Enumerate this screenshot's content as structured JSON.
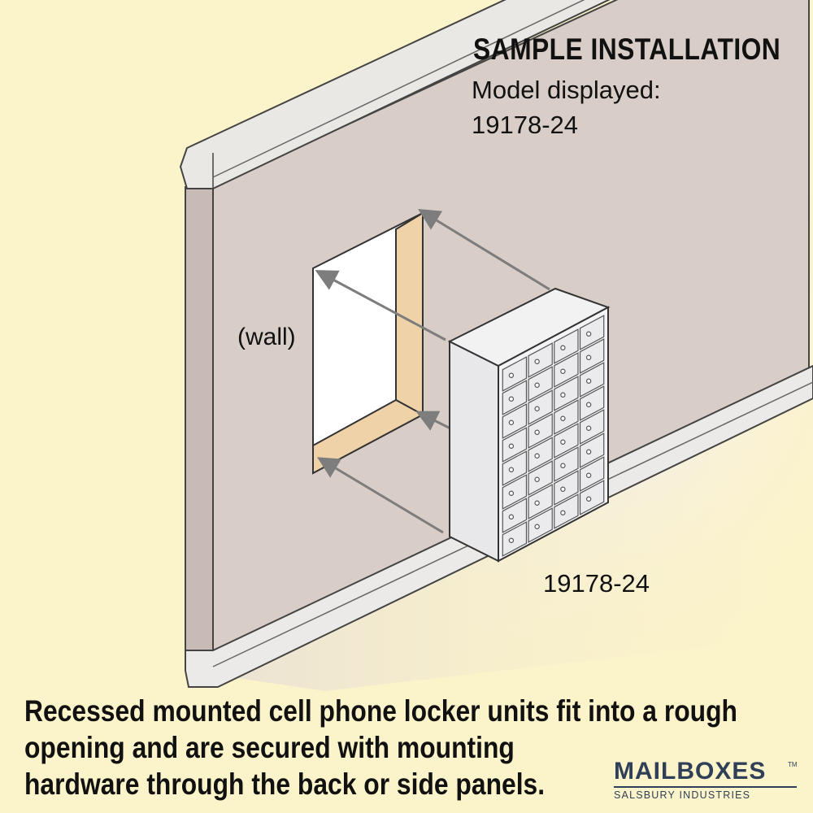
{
  "header": {
    "title": "SAMPLE INSTALLATION",
    "model_label": "Model displayed:",
    "model_number": "19178-24"
  },
  "diagram": {
    "wall_label": "(wall)",
    "unit_label": "19178-24"
  },
  "caption": {
    "line1": "Recessed mounted cell phone locker units fit into a rough",
    "line2": "opening and are secured with mounting",
    "line3": "hardware through the back or side panels."
  },
  "logo": {
    "brand": "MAILBOXES",
    "tm": "TM",
    "subtitle": "SALSBURY INDUSTRIES"
  },
  "colors": {
    "background": "#fbf3c9",
    "wall": "#d9cdc7",
    "opening_jamb": "#f0d2a8",
    "brand": "#2f3f57"
  }
}
